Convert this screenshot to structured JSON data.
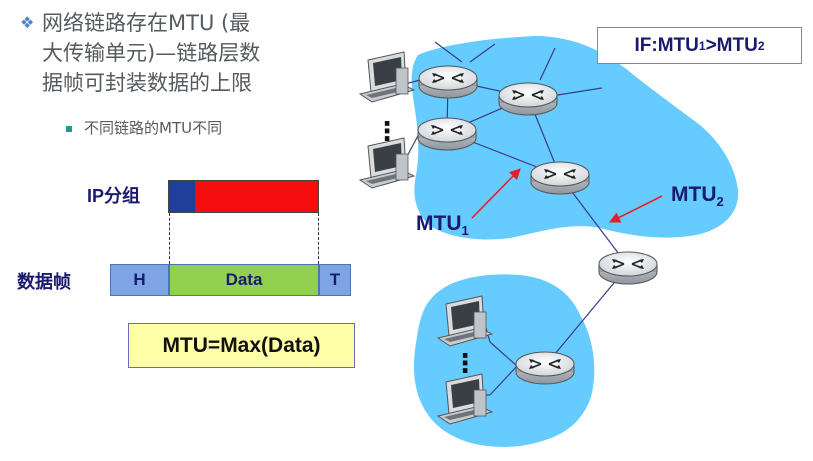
{
  "bullets": {
    "main_l1": "网络链路存在MTU (最",
    "main_l2": "大传输单元)—链路层数",
    "main_l3": "据帧可封装数据的上限",
    "sub": "不同链路的MTU不同"
  },
  "packet": {
    "ip_label": "IP分组",
    "frame_label": "数据帧",
    "frame_h": "H",
    "frame_data": "Data",
    "frame_t": "T"
  },
  "mtu_formula": "MTU=Max(Data)",
  "condition": {
    "prefix": "IF:MTU",
    "sub1": "1",
    "mid": ">MTU",
    "sub2": "2"
  },
  "network": {
    "mtu1_text": "MTU",
    "mtu1_sub": "1",
    "mtu2_text": "MTU",
    "mtu2_sub": "2",
    "ellipsis_top": "⋮",
    "ellipsis_bottom": "⋮"
  },
  "colors": {
    "cloud": "#66ccff",
    "ip_header": "#1f3f9a",
    "ip_body": "#f50d0d",
    "frame_ht": "#7fa4e6",
    "frame_data": "#92d050",
    "formula_bg": "#ffffa8",
    "arrow": "#e2202c"
  }
}
